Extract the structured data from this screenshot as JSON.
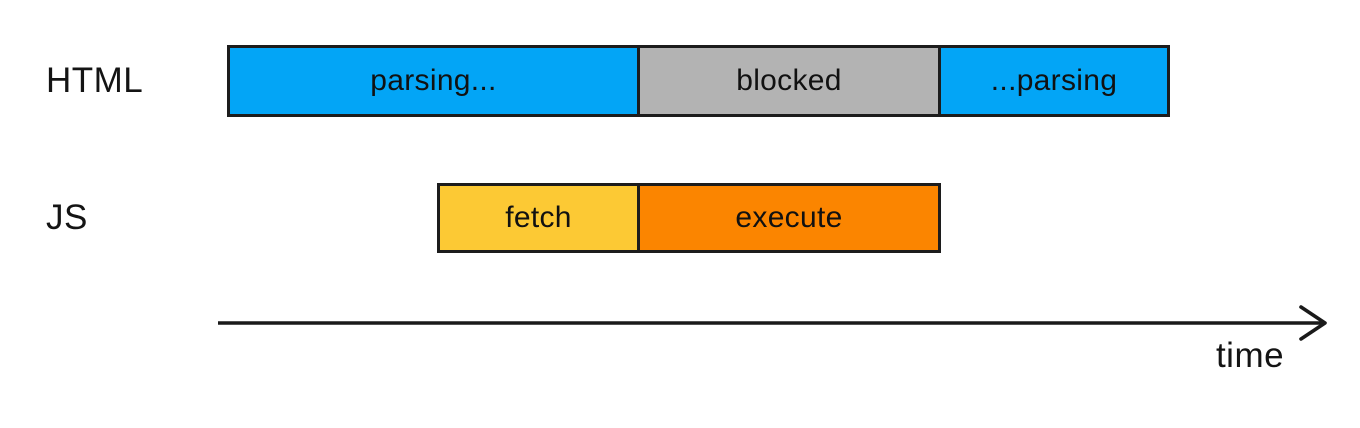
{
  "diagram": {
    "description": "Timeline diagram showing HTML parsing blocked while a script is fetched and executed",
    "rows": [
      {
        "label": "HTML",
        "segments": [
          {
            "name": "parsing-start",
            "label": "parsing...",
            "color": "#03a5f6"
          },
          {
            "name": "blocked",
            "label": "blocked",
            "color": "#b3b3b3"
          },
          {
            "name": "parsing-resume",
            "label": "...parsing",
            "color": "#03a5f6"
          }
        ]
      },
      {
        "label": "JS",
        "segments": [
          {
            "name": "fetch",
            "label": "fetch",
            "color": "#fcc934"
          },
          {
            "name": "execute",
            "label": "execute",
            "color": "#fb8500"
          }
        ]
      }
    ],
    "axis": {
      "label": "time"
    },
    "theme": {
      "background": "#ffffff",
      "bar_border": "#1c1c1c",
      "text": "#111111",
      "arrow": "#1a1a1a"
    }
  }
}
